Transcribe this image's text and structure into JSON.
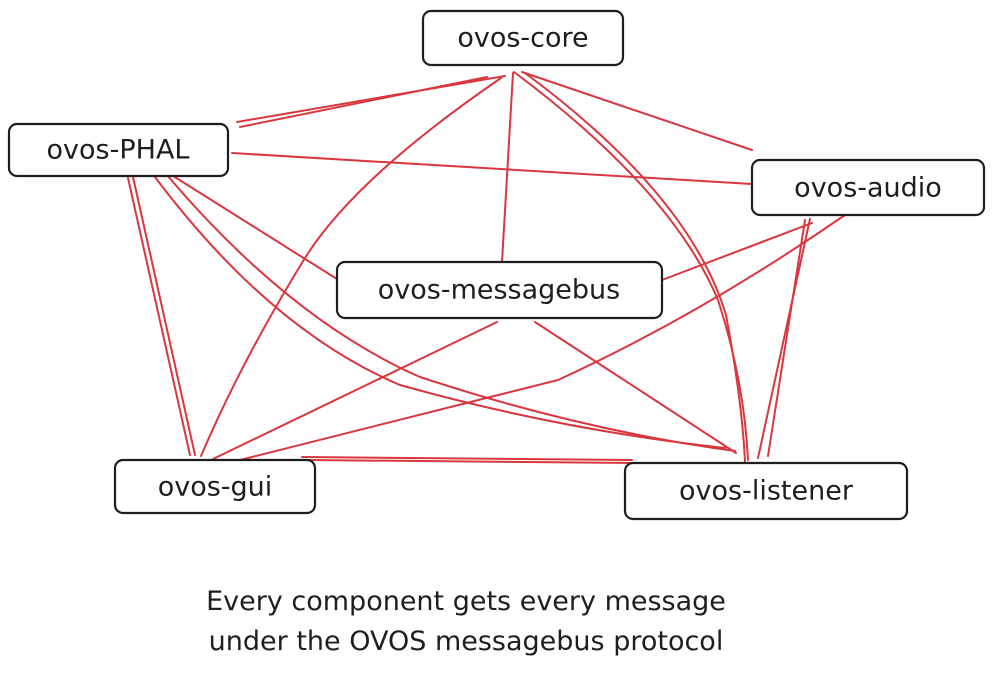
{
  "colors": {
    "link": "#d9363e",
    "stroke": "#1e1e1e",
    "background": "#ffffff"
  },
  "nodes": {
    "core": "ovos-core",
    "phal": "ovos-PHAL",
    "audio": "ovos-audio",
    "messagebus": "ovos-messagebus",
    "gui": "ovos-gui",
    "listener": "ovos-listener"
  },
  "caption": {
    "line1": "Every component gets every message",
    "line2": "under the OVOS messagebus protocol"
  }
}
